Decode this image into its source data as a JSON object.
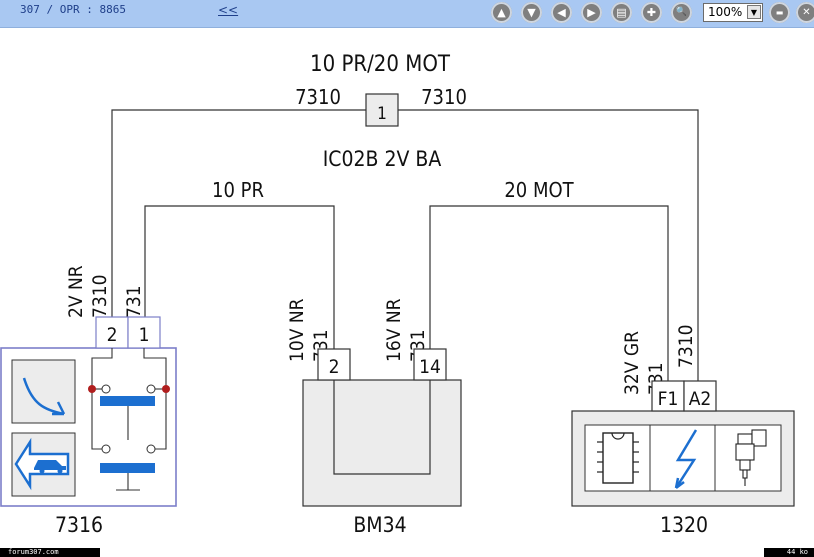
{
  "toolbar": {
    "title": "307 / OPR : 8865",
    "back_link": "<<",
    "zoom_value": "100%",
    "buttons": {
      "up": "▲",
      "down": "▼",
      "prev": "◀",
      "next": "▶",
      "print": "▤",
      "add": "✚",
      "zoom_in": "🔍",
      "minus": "▬",
      "close": "✕"
    }
  },
  "diagram": {
    "top_connector_label": "10 PR/20 MOT",
    "top_wire_left": "7310",
    "top_wire_right": "7310",
    "junction_id": "1",
    "sub_connector_label": "IC02B 2V BA",
    "branch_left_label": "10 PR",
    "branch_right_label": "20 MOT",
    "comp_7316": {
      "name": "7316",
      "pin_a": "2",
      "pin_b": "1",
      "wire_a_line1": "2V NR",
      "wire_a_line2": "7310",
      "wire_b": "731"
    },
    "comp_bm34": {
      "name": "BM34",
      "pin_a": "2",
      "pin_b": "14",
      "wire_a_line1": "10V NR",
      "wire_a_line2": "731",
      "wire_b_line1": "16V NR",
      "wire_b_line2": "731"
    },
    "comp_1320": {
      "name": "1320",
      "pin_a": "F1",
      "pin_b": "A2",
      "wire_a_line1": "32V GR",
      "wire_a_line2": "731",
      "wire_b": "7310"
    }
  },
  "footer": {
    "left": "forum307.com",
    "right": "44 ko"
  },
  "colors": {
    "toolbar_bg": "#a9c8f2",
    "relay_bar": "#1c6fd0",
    "contact_dot": "#b01e1e",
    "box_outline_7316": "#7c7ec9",
    "housing_gray": "#ededed"
  }
}
